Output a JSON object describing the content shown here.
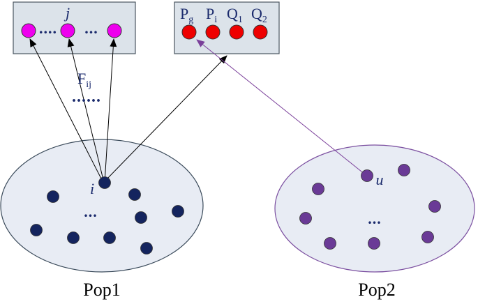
{
  "colors": {
    "box_fill": "#dce3ea",
    "box_stroke": "#4a5560",
    "ellipse_fill": "#e8ecf4",
    "pop1_stroke": "#3a4a5a",
    "pop2_stroke": "#7b4fa0",
    "pop1_dot": "#14245e",
    "pop2_dot": "#6a3a96",
    "j_dot": "#ee00ee",
    "p_dot": "#ee0000",
    "label_color": "#1a2a6c",
    "arrow_black": "#000000",
    "arrow_purple": "#7a3f9a"
  },
  "top_left_box": {
    "label": "j",
    "dots_label": "....",
    "dots_label_2": "...",
    "node_count": 3
  },
  "top_right_box": {
    "labels": {
      "pg_main": "P",
      "pg_sub": "g",
      "pi_main": "P",
      "pi_sub": "i",
      "q1_main": "Q",
      "q1_sub": "1",
      "q2_main": "Q",
      "q2_sub": "2"
    },
    "node_count": 4
  },
  "edge_label": {
    "main": "F",
    "sub": "ij",
    "dots": "......"
  },
  "pop1": {
    "name": "Pop1",
    "node_label": "i",
    "ellipsis": "..."
  },
  "pop2": {
    "name": "Pop2",
    "node_label": "u",
    "ellipsis": "..."
  }
}
